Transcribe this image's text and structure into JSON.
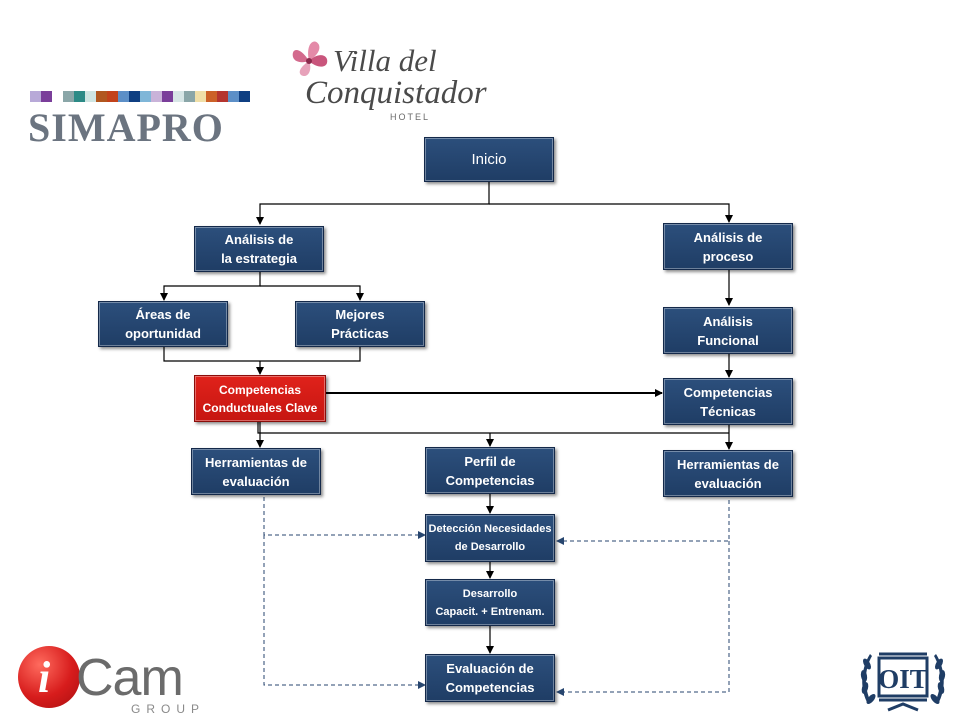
{
  "header": {
    "title": "SIMAPRO",
    "stripe_colors": [
      "#b8a9d8",
      "#7a3e9a",
      "#ffffff",
      "#8aa6a8",
      "#2c8a86",
      "#cfe5e2",
      "#b1571f",
      "#c2421b",
      "#5c8fc7",
      "#0f3f82",
      "#7fb6d8",
      "#c9b3d9",
      "#7a3e9a",
      "#d7e6e6",
      "#8aa6a8",
      "#f0dfa8",
      "#cc6128",
      "#b5342f",
      "#5c8fc7",
      "#0f3f82"
    ]
  },
  "logos": {
    "hotel_line1": "Villa del",
    "hotel_line2": "Conquistador",
    "hotel_sub": "HOTEL",
    "icam_word": "Cam",
    "icam_group": "GROUP",
    "oit_text": "OIT"
  },
  "flowchart": {
    "inicio": "Inicio",
    "analisis_estrategia": "Análisis de\nla estrategia",
    "analisis_proceso": "Análisis de\nproceso",
    "areas_oportunidad": "Áreas de\noportunidad",
    "mejores_practicas": "Mejores\nPrácticas",
    "analisis_funcional": "Análisis\nFuncional",
    "competencias_conductuales": "Competencias\nConductuales Clave",
    "competencias_tecnicas": "Competencias\nTécnicas",
    "herramientas_izq": "Herramientas de\nevaluación",
    "perfil_competencias": "Perfil de\nCompetencias",
    "herramientas_der": "Herramientas de\nevaluación",
    "deteccion_necesidades": "Detección Necesidades\nde Desarrollo",
    "desarrollo": "Desarrollo\nCapacit. + Entrenam.",
    "evaluacion_competencias": "Evaluación de\nCompetencias"
  }
}
